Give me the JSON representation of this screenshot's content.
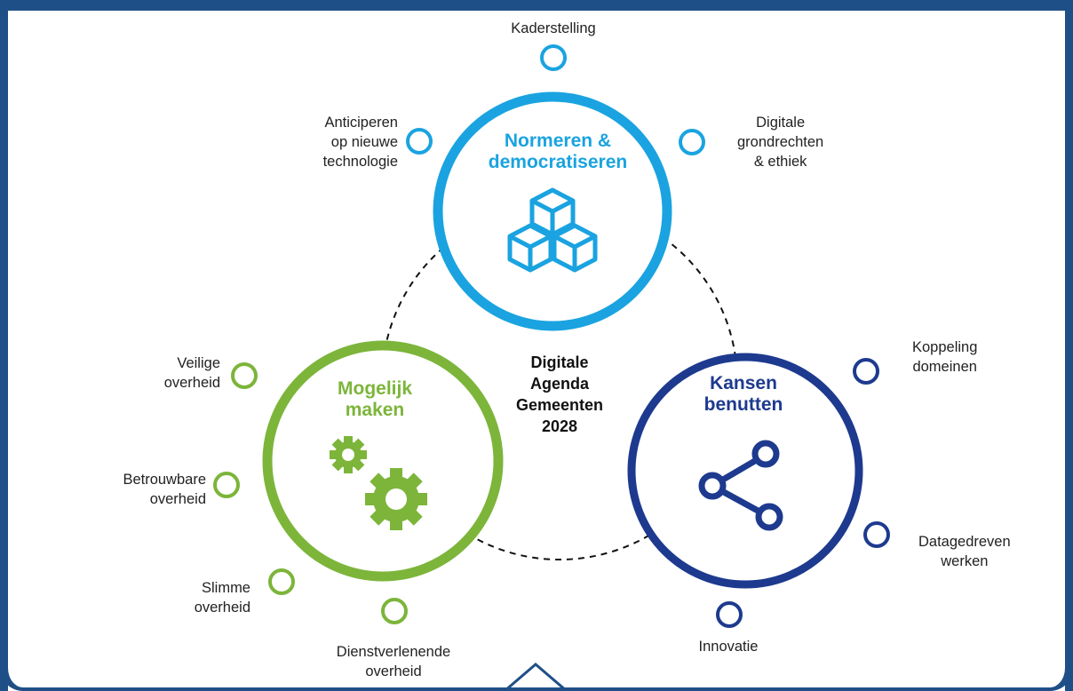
{
  "colors": {
    "frame": "#1f4f87",
    "normeren": "#1aa3e0",
    "mogelijk": "#7cb53a",
    "kansen": "#1d3a8f"
  },
  "hub": {
    "line1": "Digitale",
    "line2": "Agenda",
    "line3": "Gemeenten",
    "line4": "2028"
  },
  "circles": {
    "normeren": {
      "title1": "Normeren &",
      "title2": "democratiseren",
      "icon": "cubes-icon"
    },
    "mogelijk": {
      "title1": "Mogelijk",
      "title2": "maken",
      "icon": "gears-icon"
    },
    "kansen": {
      "title1": "Kansen",
      "title2": "benutten",
      "icon": "share-icon"
    }
  },
  "labels": {
    "kaderstelling": "Kaderstelling",
    "anticiperen": [
      "Anticiperen",
      "op nieuwe",
      "technologie"
    ],
    "digitale": [
      "Digitale",
      "grondrechten",
      "& ethiek"
    ],
    "veilige": [
      "Veilige",
      "overheid"
    ],
    "betrouwbare": [
      "Betrouwbare",
      "overheid"
    ],
    "slimme": [
      "Slimme",
      "overheid"
    ],
    "dienstverlenende": [
      "Dienstverlenende",
      "overheid"
    ],
    "koppeling": [
      "Koppeling",
      "domeinen"
    ],
    "datagedreven": [
      "Datagedreven",
      "werken"
    ],
    "innovatie": "Innovatie"
  }
}
